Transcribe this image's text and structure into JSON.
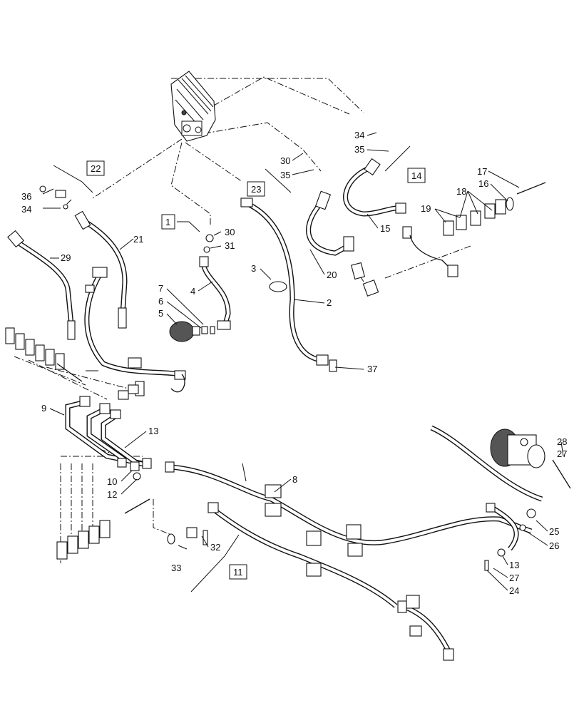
{
  "callouts": [
    {
      "id": "c1",
      "text": "1"
    },
    {
      "id": "c2",
      "text": "2"
    },
    {
      "id": "c3",
      "text": "3"
    },
    {
      "id": "c4",
      "text": "4"
    },
    {
      "id": "c5",
      "text": "5"
    },
    {
      "id": "c6",
      "text": "6"
    },
    {
      "id": "c7",
      "text": "7"
    },
    {
      "id": "c8",
      "text": "8"
    },
    {
      "id": "c9",
      "text": "9"
    },
    {
      "id": "c10",
      "text": "10"
    },
    {
      "id": "c11",
      "text": "11"
    },
    {
      "id": "c12",
      "text": "12"
    },
    {
      "id": "c13a",
      "text": "13"
    },
    {
      "id": "c13b",
      "text": "13"
    },
    {
      "id": "c14",
      "text": "14"
    },
    {
      "id": "c15",
      "text": "15"
    },
    {
      "id": "c16",
      "text": "16"
    },
    {
      "id": "c17",
      "text": "17"
    },
    {
      "id": "c18",
      "text": "18"
    },
    {
      "id": "c19",
      "text": "19"
    },
    {
      "id": "c20",
      "text": "20"
    },
    {
      "id": "c21",
      "text": "21"
    },
    {
      "id": "c22",
      "text": "22"
    },
    {
      "id": "c23",
      "text": "23"
    },
    {
      "id": "c24",
      "text": "24"
    },
    {
      "id": "c25",
      "text": "25"
    },
    {
      "id": "c26",
      "text": "26"
    },
    {
      "id": "c27a",
      "text": "27"
    },
    {
      "id": "c27b",
      "text": "27"
    },
    {
      "id": "c28",
      "text": "28"
    },
    {
      "id": "c29",
      "text": "29"
    },
    {
      "id": "c30a",
      "text": "30"
    },
    {
      "id": "c30b",
      "text": "30"
    },
    {
      "id": "c31",
      "text": "31"
    },
    {
      "id": "c32",
      "text": "32"
    },
    {
      "id": "c33",
      "text": "33"
    },
    {
      "id": "c34a",
      "text": "34"
    },
    {
      "id": "c34b",
      "text": "34"
    },
    {
      "id": "c35a",
      "text": "35"
    },
    {
      "id": "c35b",
      "text": "35"
    },
    {
      "id": "c36",
      "text": "36"
    },
    {
      "id": "c37",
      "text": "37"
    }
  ],
  "boxed_callouts": [
    "1",
    "11",
    "14",
    "22",
    "23"
  ]
}
